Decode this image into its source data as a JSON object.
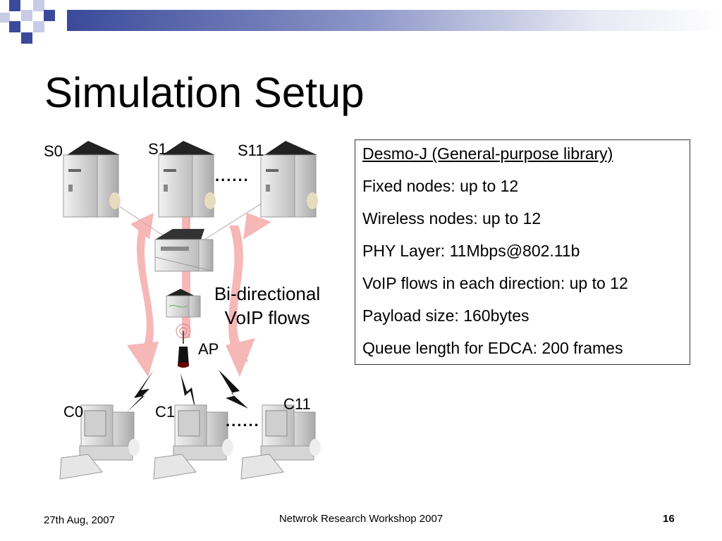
{
  "slide": {
    "title": "Simulation Setup",
    "footer": {
      "date": "27th Aug, 2007",
      "center": "Netwrok Research Workshop 2007",
      "page": "16"
    }
  },
  "diagram": {
    "servers": [
      {
        "label": "S0"
      },
      {
        "label": "S1"
      },
      {
        "label": "S11"
      }
    ],
    "server_ellipsis": "......",
    "clients": [
      {
        "label": "C0"
      },
      {
        "label": "C1"
      },
      {
        "label": "C11"
      }
    ],
    "client_ellipsis": "......",
    "ap_label": "AP",
    "flow_label_line1": "Bi-directional",
    "flow_label_line2": "VoIP flows",
    "arrow_color": "#f4a0a0"
  },
  "info": {
    "lines": [
      "Desmo-J (General-purpose library)",
      "Fixed nodes: up to 12",
      "Wireless nodes: up to 12",
      "PHY Layer: 11Mbps@802.11b",
      "VoIP flows in each direction: up to 12",
      "Payload size: 160bytes",
      "Queue length for EDCA: 200 frames"
    ]
  }
}
